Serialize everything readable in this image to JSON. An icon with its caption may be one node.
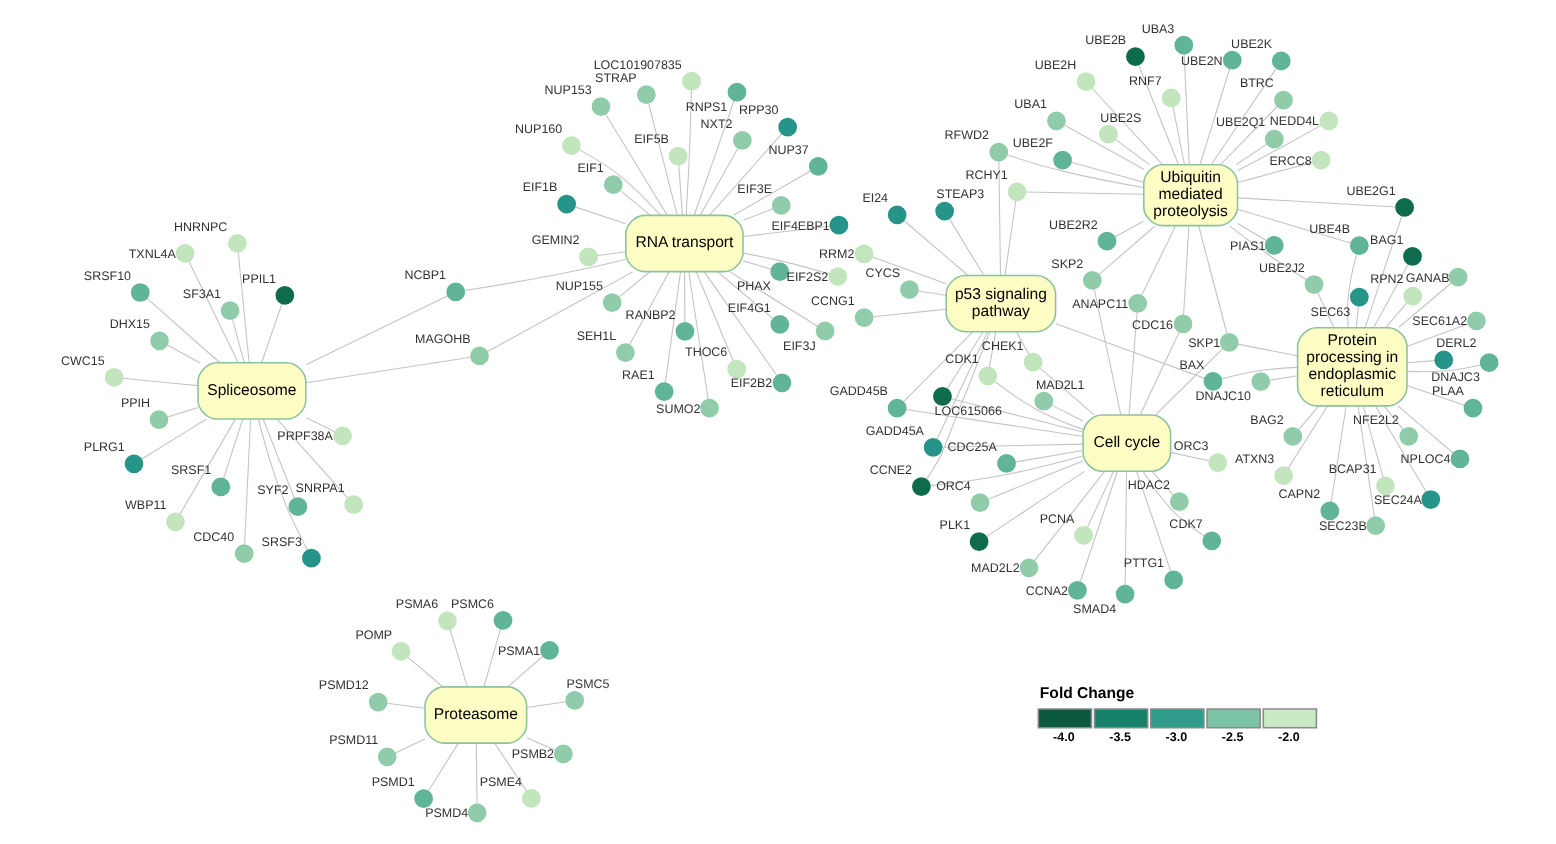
{
  "diagram": {
    "nodes": [
      {
        "text": [
          "p53 signaling pathway"
        ]
      },
      {
        "text": [],
        "shape": "circle",
        "beside": [
          "CCNG1"
        ]
      },
      {
        "text": [],
        "shape": "circle",
        "beside": [
          "CYCS"
        ]
      },
      {
        "text": [],
        "shape": "circle",
        "beside": [
          "EI24"
        ]
      },
      {
        "text": [],
        "shape": "circle",
        "beside": [
          "RRM2"
        ]
      },
      {
        "text": [],
        "shape": "circle",
        "beside": [
          "STEAP3"
        ]
      },
      {
        "text": [
          "Proteasome"
        ]
      },
      {
        "text": [],
        "shape": "circle",
        "beside": [
          "PSMD4"
        ]
      },
      {
        "text": [],
        "shape": "circle",
        "beside": [
          "PSME4"
        ]
      },
      {
        "text": [],
        "shape": "circle",
        "beside": [
          "POMP"
        ]
      },
      {
        "text": [],
        "shape": "circle",
        "beside": [
          "PSMD12"
        ]
      },
      {
        "text": [],
        "shape": "circle",
        "beside": [
          "PSMA1"
        ]
      },
      {
        "text": [],
        "shape": "circle",
        "beside": [
          "PSMA6"
        ]
      },
      {
        "text": [],
        "shape": "circle",
        "beside": [
          "PSMD11"
        ]
      },
      {
        "text": [],
        "shape": "circle",
        "beside": [
          "PSMD1"
        ]
      },
      {
        "text": [],
        "shape": "circle",
        "beside": [
          "PSMB2"
        ]
      },
      {
        "text": [],
        "shape": "circle",
        "beside": [
          "PSMC6"
        ]
      },
      {
        "text": [],
        "shape": "circle",
        "beside": [
          "PSMC5"
        ]
      },
      {
        "text": [
          "Ubiquitin mediated proteolysis"
        ]
      },
      {
        "text": [],
        "shape": "circle",
        "beside": [
          "UBE2S"
        ]
      },
      {
        "text": [],
        "shape": "circle",
        "beside": [
          "UBE2R2"
        ]
      },
      {
        "text": [],
        "shape": "circle",
        "beside": [
          "UBE2Q1"
        ]
      },
      {
        "text": [],
        "shape": "circle",
        "beside": [
          "UBE2N"
        ]
      },
      {
        "text": [],
        "shape": "circle",
        "beside": [
          "UBE2K"
        ]
      },
      {
        "text": [],
        "shape": "circle",
        "beside": [
          "UBE2H"
        ]
      },
      {
        "text": [],
        "shape": "circle",
        "beside": [
          "UBE2F"
        ]
      },
      {
        "text": [],
        "shape": "circle",
        "beside": [
          "UBE2B"
        ]
      },
      {
        "text": [],
        "shape": "circle",
        "beside": [
          "UBA3"
        ]
      },
      {
        "text": [],
        "shape": "circle",
        "beside": [
          "UBA1"
        ]
      },
      {
        "text": [],
        "shape": "circle",
        "beside": [
          "RNF7"
        ]
      },
      {
        "text": [],
        "shape": "circle",
        "beside": [
          "PIAS1"
        ]
      },
      {
        "text": [],
        "shape": "circle",
        "beside": [
          "NEDD4L"
        ]
      },
      {
        "text": [],
        "shape": "circle",
        "beside": [
          "ERCC8"
        ]
      },
      {
        "text": [],
        "shape": "circle",
        "beside": [
          "BTRC"
        ]
      },
      {
        "text": [],
        "shape": "circle",
        "beside": [
          "CDK1"
        ]
      },
      {
        "text": [],
        "shape": "circle",
        "beside": [
          "CHEK1"
        ]
      },
      {
        "text": [],
        "shape": "circle",
        "beside": [
          "CCNE2"
        ]
      },
      {
        "text": [],
        "shape": "circle",
        "beside": [
          "GADD45A"
        ]
      },
      {
        "text": [],
        "shape": "circle",
        "beside": [
          "BAX"
        ]
      },
      {
        "text": [],
        "shape": "circle",
        "beside": [
          "RCHY1"
        ]
      },
      {
        "text": [],
        "shape": "circle",
        "beside": [
          "CDC16"
        ]
      },
      {
        "text": [],
        "shape": "circle",
        "beside": [
          "ANAPC11"
        ]
      },
      {
        "text": [],
        "shape": "circle",
        "beside": [
          "RFWD2"
        ]
      },
      {
        "text": [],
        "shape": "circle",
        "beside": [
          "GADD45B"
        ]
      },
      {
        "text": [],
        "shape": "circle",
        "beside": [
          "LOC615066"
        ]
      },
      {
        "text": [],
        "shape": "circle",
        "beside": [
          "SKP1"
        ]
      },
      {
        "text": [],
        "shape": "circle",
        "beside": [
          "SKP2"
        ]
      },
      {
        "text": [],
        "shape": "circle",
        "beside": [
          "UBE2G1"
        ]
      },
      {
        "text": [],
        "shape": "circle",
        "beside": [
          "UBE2J2"
        ]
      },
      {
        "text": [],
        "shape": "circle",
        "beside": [
          "UBE4B"
        ]
      },
      {
        "text": [
          "Cell cycle"
        ]
      },
      {
        "text": [],
        "shape": "circle",
        "beside": [
          "CCNA2"
        ]
      },
      {
        "text": [],
        "shape": "circle",
        "beside": [
          "CDC25A"
        ]
      },
      {
        "text": [],
        "shape": "circle",
        "beside": [
          "CDK7"
        ]
      },
      {
        "text": [],
        "shape": "circle",
        "beside": [
          "HDAC2"
        ]
      },
      {
        "text": [],
        "shape": "circle",
        "beside": [
          "MAD2L1"
        ]
      },
      {
        "text": [],
        "shape": "circle",
        "beside": [
          "MAD2L2"
        ]
      },
      {
        "text": [],
        "shape": "circle",
        "beside": [
          "ORC3"
        ]
      },
      {
        "text": [],
        "shape": "circle",
        "beside": [
          "ORC4"
        ]
      },
      {
        "text": [],
        "shape": "circle",
        "beside": [
          "PCNA"
        ]
      },
      {
        "text": [],
        "shape": "circle",
        "beside": [
          "PLK1"
        ]
      },
      {
        "text": [],
        "shape": "circle",
        "beside": [
          "PTTG1"
        ]
      },
      {
        "text": [],
        "shape": "circle",
        "beside": [
          "SMAD4"
        ]
      },
      {
        "text": [
          "Protein processing in endoplasmic reticulum"
        ]
      },
      {
        "text": [],
        "shape": "circle",
        "beside": [
          "DERL2"
        ]
      },
      {
        "text": [],
        "shape": "circle",
        "beside": [
          "SEC63"
        ]
      },
      {
        "text": [],
        "shape": "circle",
        "beside": [
          "SEC61A2"
        ]
      },
      {
        "text": [],
        "shape": "circle",
        "beside": [
          "SEC24A"
        ]
      },
      {
        "text": [],
        "shape": "circle",
        "beside": [
          "SEC23B"
        ]
      },
      {
        "text": [],
        "shape": "circle",
        "beside": [
          "RPN2"
        ]
      },
      {
        "text": [],
        "shape": "circle",
        "beside": [
          "PLAA"
        ]
      },
      {
        "text": [],
        "shape": "circle",
        "beside": [
          "NPLOC4"
        ]
      },
      {
        "text": [],
        "shape": "circle",
        "beside": [
          "NFE2L2"
        ]
      },
      {
        "text": [],
        "shape": "circle",
        "beside": [
          "GANAB"
        ]
      },
      {
        "text": [],
        "shape": "circle",
        "beside": [
          "DNAJC3"
        ]
      },
      {
        "text": [],
        "shape": "circle",
        "beside": [
          "DNAJC10"
        ]
      },
      {
        "text": [],
        "shape": "circle",
        "beside": [
          "CAPN2"
        ]
      },
      {
        "text": [],
        "shape": "circle",
        "beside": [
          "BCAP31"
        ]
      },
      {
        "text": [],
        "shape": "circle",
        "beside": [
          "BAG2"
        ]
      },
      {
        "text": [],
        "shape": "circle",
        "beside": [
          "BAG1"
        ]
      },
      {
        "text": [],
        "shape": "circle",
        "beside": [
          "ATXN3"
        ]
      },
      {
        "text": [
          "RNA transport"
        ]
      },
      {
        "text": [],
        "shape": "circle",
        "beside": [
          "SUMO2"
        ]
      },
      {
        "text": [],
        "shape": "circle",
        "beside": [
          "THOC6"
        ]
      },
      {
        "text": [],
        "shape": "circle",
        "beside": [
          "STRAP"
        ]
      },
      {
        "text": [],
        "shape": "circle",
        "beside": [
          "SEH1L"
        ]
      },
      {
        "text": [],
        "shape": "circle",
        "beside": [
          "RPP30"
        ]
      },
      {
        "text": [],
        "shape": "circle",
        "beside": [
          "RNPS1"
        ]
      },
      {
        "text": [],
        "shape": "circle",
        "beside": [
          "RANBP2"
        ]
      },
      {
        "text": [],
        "shape": "circle",
        "beside": [
          "RAE1"
        ]
      },
      {
        "text": [],
        "shape": "circle",
        "beside": [
          "PHAX"
        ]
      },
      {
        "text": [],
        "shape": "circle",
        "beside": [
          "NXT2"
        ]
      },
      {
        "text": [],
        "shape": "circle",
        "beside": [
          "NUP37"
        ]
      },
      {
        "text": [],
        "shape": "circle",
        "beside": [
          "NUP160"
        ]
      },
      {
        "text": [],
        "shape": "circle",
        "beside": [
          "NUP155"
        ]
      },
      {
        "text": [],
        "shape": "circle",
        "beside": [
          "NUP153"
        ]
      },
      {
        "text": [],
        "shape": "circle",
        "beside": [
          "LOC101907835"
        ]
      },
      {
        "text": [],
        "shape": "circle",
        "beside": [
          "GEMIN2"
        ]
      },
      {
        "text": [],
        "shape": "circle",
        "beside": [
          "EIF5B"
        ]
      },
      {
        "text": [],
        "shape": "circle",
        "beside": [
          "EIF4G1"
        ]
      },
      {
        "text": [],
        "shape": "circle",
        "beside": [
          "EIF4EBP1"
        ]
      },
      {
        "text": [],
        "shape": "circle",
        "beside": [
          "EIF3J"
        ]
      },
      {
        "text": [],
        "shape": "circle",
        "beside": [
          "EIF3E"
        ]
      },
      {
        "text": [],
        "shape": "circle",
        "beside": [
          "EIF2S2"
        ]
      },
      {
        "text": [],
        "shape": "circle",
        "beside": [
          "EIF2B2"
        ]
      },
      {
        "text": [],
        "shape": "circle",
        "beside": [
          "EIF1B"
        ]
      },
      {
        "text": [],
        "shape": "circle",
        "beside": [
          "EIF1"
        ]
      },
      {
        "text": [],
        "shape": "circle",
        "beside": [
          "MAGOHB"
        ]
      },
      {
        "text": [],
        "shape": "circle",
        "beside": [
          "NCBP1"
        ]
      },
      {
        "text": [
          "Spliceosome"
        ]
      },
      {
        "text": [],
        "shape": "circle",
        "beside": [
          "CDC40"
        ]
      },
      {
        "text": [],
        "shape": "circle",
        "beside": [
          "CWC15"
        ]
      },
      {
        "text": [],
        "shape": "circle",
        "beside": [
          "DHX15"
        ]
      },
      {
        "text": [],
        "shape": "circle",
        "beside": [
          "HNRNPC"
        ]
      },
      {
        "text": [],
        "shape": "circle",
        "beside": [
          "PLRG1"
        ]
      },
      {
        "text": [],
        "shape": "circle",
        "beside": [
          "PPIH"
        ]
      },
      {
        "text": [],
        "shape": "circle",
        "beside": [
          "PPIL1"
        ]
      },
      {
        "text": [],
        "shape": "circle",
        "beside": [
          "PRPF38A"
        ]
      },
      {
        "text": [],
        "shape": "circle",
        "beside": [
          "SF3A1"
        ]
      },
      {
        "text": [],
        "shape": "circle",
        "beside": [
          "SNRPA1"
        ]
      },
      {
        "text": [],
        "shape": "circle",
        "beside": [
          "SRSF1"
        ]
      },
      {
        "text": [],
        "shape": "circle",
        "beside": [
          "SRSF10"
        ]
      },
      {
        "text": [],
        "shape": "circle",
        "beside": [
          "SRSF3"
        ]
      },
      {
        "text": [],
        "shape": "circle",
        "beside": [
          "SYF2"
        ]
      },
      {
        "text": [],
        "shape": "circle",
        "beside": [
          "TXNL4A"
        ]
      },
      {
        "text": [],
        "shape": "circle",
        "beside": [
          "WBP11"
        ]
      }
    ],
    "edges": [
      {
        "from": 0,
        "to": 1,
        "arrow": "none"
      },
      {
        "from": 0,
        "to": 2,
        "arrow": "none"
      },
      {
        "from": 0,
        "to": 3,
        "arrow": "none"
      },
      {
        "from": 0,
        "to": 4,
        "arrow": "none"
      },
      {
        "from": 0,
        "to": 5,
        "arrow": "none"
      },
      {
        "from": 6,
        "to": 7,
        "arrow": "none"
      },
      {
        "from": 6,
        "to": 8,
        "arrow": "none"
      },
      {
        "from": 6,
        "to": 9,
        "arrow": "none"
      },
      {
        "from": 6,
        "to": 10,
        "arrow": "none"
      },
      {
        "from": 6,
        "to": 11,
        "arrow": "none"
      },
      {
        "from": 6,
        "to": 12,
        "arrow": "none"
      },
      {
        "from": 6,
        "to": 13,
        "arrow": "none"
      },
      {
        "from": 6,
        "to": 14,
        "arrow": "none"
      },
      {
        "from": 6,
        "to": 15,
        "arrow": "none"
      },
      {
        "from": 6,
        "to": 16,
        "arrow": "none"
      },
      {
        "from": 6,
        "to": 17,
        "arrow": "none"
      },
      {
        "from": 18,
        "to": 19,
        "arrow": "none"
      },
      {
        "from": 18,
        "to": 20,
        "arrow": "none"
      },
      {
        "from": 18,
        "to": 21,
        "arrow": "none"
      },
      {
        "from": 18,
        "to": 22,
        "arrow": "none"
      },
      {
        "from": 18,
        "to": 23,
        "arrow": "none"
      },
      {
        "from": 18,
        "to": 24,
        "arrow": "none"
      },
      {
        "from": 18,
        "to": 25,
        "arrow": "none"
      },
      {
        "from": 18,
        "to": 26,
        "arrow": "none"
      },
      {
        "from": 18,
        "to": 27,
        "arrow": "none"
      },
      {
        "from": 18,
        "to": 28,
        "arrow": "none"
      },
      {
        "from": 18,
        "to": 29,
        "arrow": "none"
      },
      {
        "from": 18,
        "to": 30,
        "arrow": "none"
      },
      {
        "from": 18,
        "to": 31,
        "arrow": "none"
      },
      {
        "from": 18,
        "to": 32,
        "arrow": "none"
      },
      {
        "from": 18,
        "to": 33,
        "arrow": "none"
      },
      {
        "from": 0,
        "to": 34,
        "arrow": "none"
      },
      {
        "from": 50,
        "to": 34,
        "arrow": "none"
      },
      {
        "from": 0,
        "to": 35,
        "arrow": "none"
      },
      {
        "from": 50,
        "to": 35,
        "arrow": "none"
      },
      {
        "from": 0,
        "to": 36,
        "arrow": "none"
      },
      {
        "from": 50,
        "to": 36,
        "arrow": "none"
      },
      {
        "from": 0,
        "to": 37,
        "arrow": "none"
      },
      {
        "from": 50,
        "to": 37,
        "arrow": "none"
      },
      {
        "from": 0,
        "to": 38,
        "arrow": "none"
      },
      {
        "from": 63,
        "to": 38,
        "arrow": "none"
      },
      {
        "from": 0,
        "to": 39,
        "arrow": "none"
      },
      {
        "from": 18,
        "to": 39,
        "arrow": "none"
      },
      {
        "from": 18,
        "to": 40,
        "arrow": "none"
      },
      {
        "from": 50,
        "to": 40,
        "arrow": "none"
      },
      {
        "from": 18,
        "to": 41,
        "arrow": "none"
      },
      {
        "from": 50,
        "to": 41,
        "arrow": "none"
      },
      {
        "from": 0,
        "to": 42,
        "arrow": "none"
      },
      {
        "from": 18,
        "to": 42,
        "arrow": "none"
      },
      {
        "from": 0,
        "to": 43,
        "arrow": "none"
      },
      {
        "from": 50,
        "to": 43,
        "arrow": "none"
      },
      {
        "from": 0,
        "to": 44,
        "arrow": "none"
      },
      {
        "from": 50,
        "to": 44,
        "arrow": "none"
      },
      {
        "from": 18,
        "to": 45,
        "arrow": "none"
      },
      {
        "from": 50,
        "to": 45,
        "arrow": "none"
      },
      {
        "from": 63,
        "to": 45,
        "arrow": "none"
      },
      {
        "from": 18,
        "to": 46,
        "arrow": "none"
      },
      {
        "from": 50,
        "to": 46,
        "arrow": "none"
      },
      {
        "from": 18,
        "to": 47,
        "arrow": "none"
      },
      {
        "from": 63,
        "to": 47,
        "arrow": "none"
      },
      {
        "from": 18,
        "to": 48,
        "arrow": "none"
      },
      {
        "from": 63,
        "to": 48,
        "arrow": "none"
      },
      {
        "from": 18,
        "to": 49,
        "arrow": "none"
      },
      {
        "from": 63,
        "to": 49,
        "arrow": "none"
      },
      {
        "from": 50,
        "to": 51,
        "arrow": "none"
      },
      {
        "from": 50,
        "to": 52,
        "arrow": "none"
      },
      {
        "from": 50,
        "to": 53,
        "arrow": "none"
      },
      {
        "from": 50,
        "to": 54,
        "arrow": "none"
      },
      {
        "from": 50,
        "to": 55,
        "arrow": "none"
      },
      {
        "from": 50,
        "to": 56,
        "arrow": "none"
      },
      {
        "from": 50,
        "to": 57,
        "arrow": "none"
      },
      {
        "from": 50,
        "to": 58,
        "arrow": "none"
      },
      {
        "from": 50,
        "to": 59,
        "arrow": "none"
      },
      {
        "from": 50,
        "to": 60,
        "arrow": "none"
      },
      {
        "from": 50,
        "to": 61,
        "arrow": "none"
      },
      {
        "from": 50,
        "to": 62,
        "arrow": "none"
      },
      {
        "from": 63,
        "to": 64,
        "arrow": "none"
      },
      {
        "from": 63,
        "to": 65,
        "arrow": "none"
      },
      {
        "from": 63,
        "to": 66,
        "arrow": "none"
      },
      {
        "from": 63,
        "to": 67,
        "arrow": "none"
      },
      {
        "from": 63,
        "to": 68,
        "arrow": "none"
      },
      {
        "from": 63,
        "to": 69,
        "arrow": "none"
      },
      {
        "from": 63,
        "to": 70,
        "arrow": "none"
      },
      {
        "from": 63,
        "to": 71,
        "arrow": "none"
      },
      {
        "from": 63,
        "to": 72,
        "arrow": "none"
      },
      {
        "from": 63,
        "to": 73,
        "arrow": "none"
      },
      {
        "from": 63,
        "to": 74,
        "arrow": "none"
      },
      {
        "from": 63,
        "to": 75,
        "arrow": "none"
      },
      {
        "from": 63,
        "to": 76,
        "arrow": "none"
      },
      {
        "from": 63,
        "to": 77,
        "arrow": "none"
      },
      {
        "from": 63,
        "to": 78,
        "arrow": "none"
      },
      {
        "from": 63,
        "to": 79,
        "arrow": "none"
      },
      {
        "from": 63,
        "to": 80,
        "arrow": "none"
      },
      {
        "from": 81,
        "to": 82,
        "arrow": "none"
      },
      {
        "from": 81,
        "to": 83,
        "arrow": "none"
      },
      {
        "from": 81,
        "to": 84,
        "arrow": "none"
      },
      {
        "from": 81,
        "to": 85,
        "arrow": "none"
      },
      {
        "from": 81,
        "to": 86,
        "arrow": "none"
      },
      {
        "from": 81,
        "to": 87,
        "arrow": "none"
      },
      {
        "from": 81,
        "to": 88,
        "arrow": "none"
      },
      {
        "from": 81,
        "to": 89,
        "arrow": "none"
      },
      {
        "from": 81,
        "to": 90,
        "arrow": "none"
      },
      {
        "from": 81,
        "to": 91,
        "arrow": "none"
      },
      {
        "from": 81,
        "to": 92,
        "arrow": "none"
      },
      {
        "from": 81,
        "to": 93,
        "arrow": "none"
      },
      {
        "from": 81,
        "to": 94,
        "arrow": "none"
      },
      {
        "from": 81,
        "to": 95,
        "arrow": "none"
      },
      {
        "from": 81,
        "to": 96,
        "arrow": "none"
      },
      {
        "from": 81,
        "to": 97,
        "arrow": "none"
      },
      {
        "from": 81,
        "to": 98,
        "arrow": "none"
      },
      {
        "from": 81,
        "to": 99,
        "arrow": "none"
      },
      {
        "from": 81,
        "to": 100,
        "arrow": "none"
      },
      {
        "from": 81,
        "to": 101,
        "arrow": "none"
      },
      {
        "from": 81,
        "to": 102,
        "arrow": "none"
      },
      {
        "from": 81,
        "to": 103,
        "arrow": "none"
      },
      {
        "from": 81,
        "to": 104,
        "arrow": "none"
      },
      {
        "from": 81,
        "to": 105,
        "arrow": "none"
      },
      {
        "from": 81,
        "to": 106,
        "arrow": "none"
      },
      {
        "from": 81,
        "to": 107,
        "arrow": "none"
      },
      {
        "from": 109,
        "to": 107,
        "arrow": "none"
      },
      {
        "from": 81,
        "to": 108,
        "arrow": "none"
      },
      {
        "from": 109,
        "to": 108,
        "arrow": "none"
      },
      {
        "from": 109,
        "to": 110,
        "arrow": "none"
      },
      {
        "from": 109,
        "to": 111,
        "arrow": "none"
      },
      {
        "from": 109,
        "to": 112,
        "arrow": "none"
      },
      {
        "from": 109,
        "to": 113,
        "arrow": "none"
      },
      {
        "from": 109,
        "to": 114,
        "arrow": "none"
      },
      {
        "from": 109,
        "to": 115,
        "arrow": "none"
      },
      {
        "from": 109,
        "to": 116,
        "arrow": "none"
      },
      {
        "from": 109,
        "to": 117,
        "arrow": "none"
      },
      {
        "from": 109,
        "to": 118,
        "arrow": "none"
      },
      {
        "from": 109,
        "to": 119,
        "arrow": "none"
      },
      {
        "from": 109,
        "to": 120,
        "arrow": "none"
      },
      {
        "from": 109,
        "to": 121,
        "arrow": "none"
      },
      {
        "from": 109,
        "to": 122,
        "arrow": "none"
      },
      {
        "from": 109,
        "to": 123,
        "arrow": "none"
      },
      {
        "from": 109,
        "to": 124,
        "arrow": "none"
      },
      {
        "from": 109,
        "to": 125,
        "arrow": "none"
      }
    ],
    "labels": [
      "Fold Change"
    ],
    "legend": [
      {
        "text": "-4.0",
        "color": "#0b5a3f"
      },
      {
        "text": "-3.5",
        "color": "#17816b"
      },
      {
        "text": "-3.0",
        "color": "#2f9c8c"
      },
      {
        "text": "-2.5",
        "color": "#7cc4a5"
      },
      {
        "text": "-2.0",
        "color": "#c9eac4"
      }
    ]
  }
}
